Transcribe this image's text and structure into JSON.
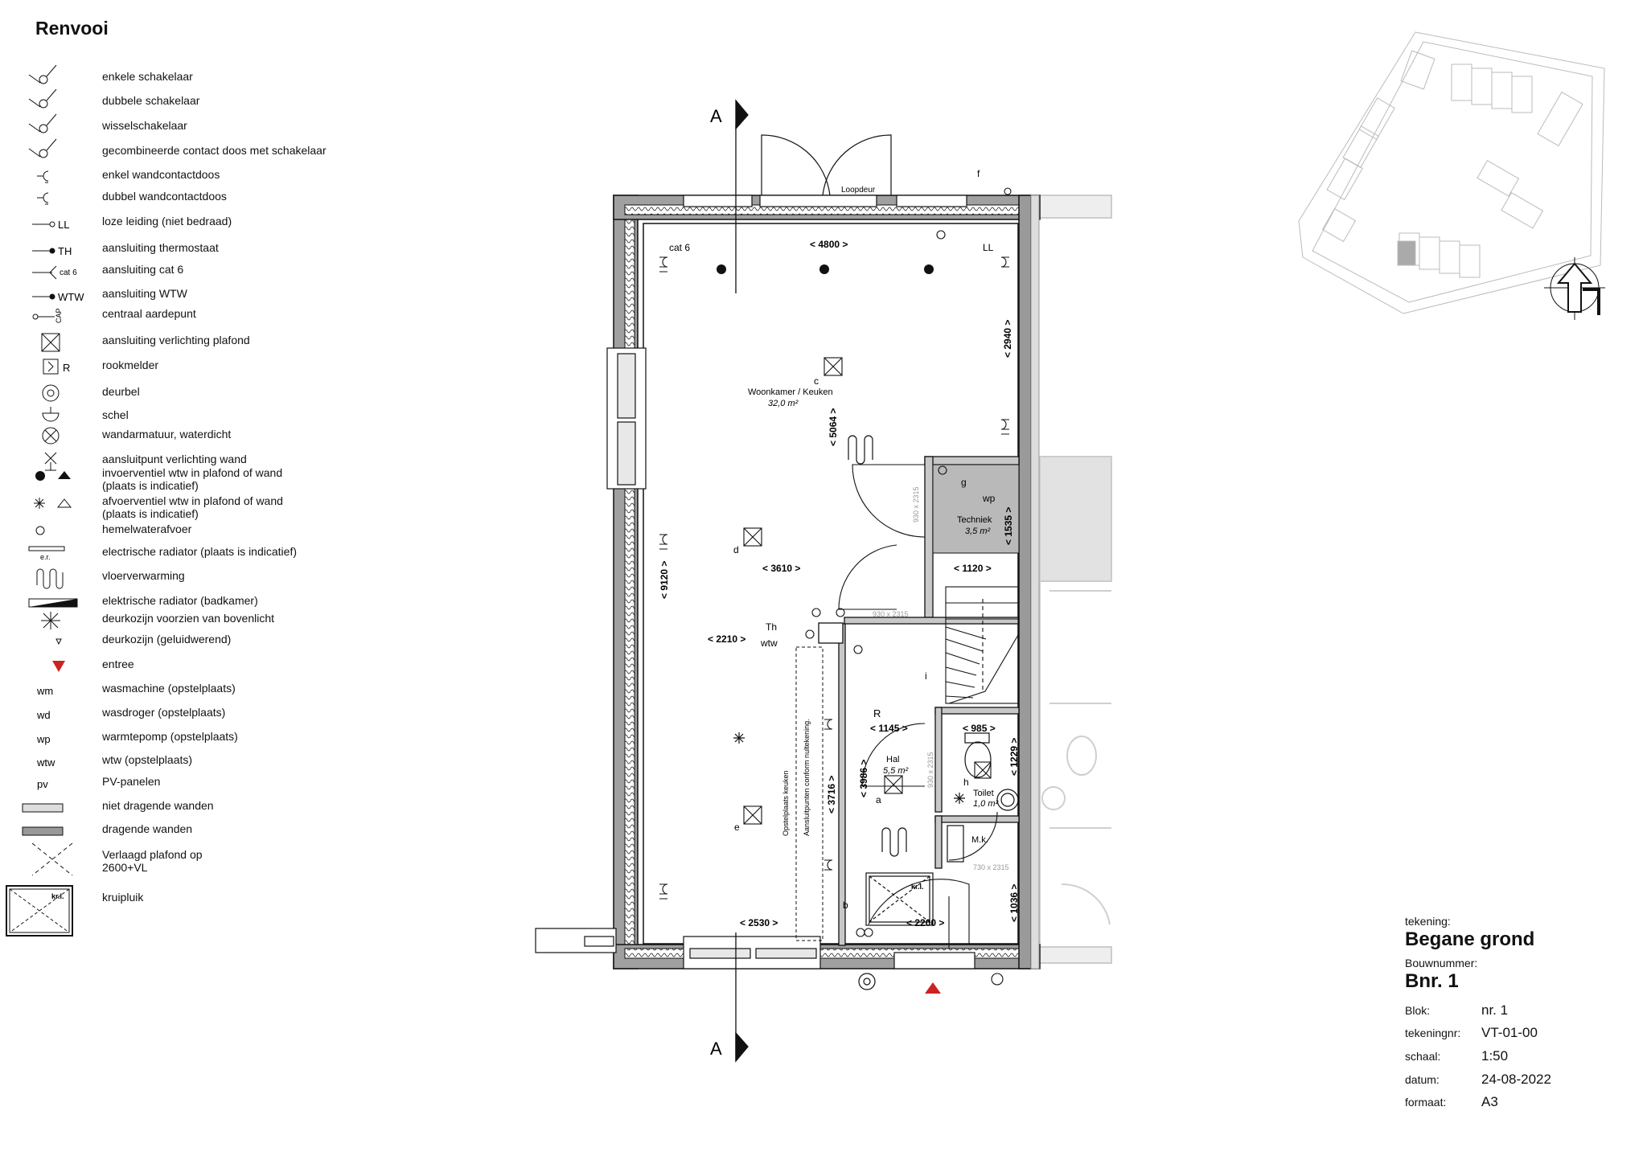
{
  "legend": {
    "title": "Renvooi",
    "items": [
      {
        "label": "enkele schakelaar",
        "icon": "single-switch-icon"
      },
      {
        "label": "dubbele schakelaar",
        "icon": "double-switch-icon"
      },
      {
        "label": "wisselschakelaar",
        "icon": "changeover-switch-icon"
      },
      {
        "label": "gecombineerde contact doos met schakelaar",
        "icon": "combined-socket-switch-icon"
      },
      {
        "label": "enkel wandcontactdoos",
        "icon": "single-socket-icon"
      },
      {
        "label": "dubbel wandcontactdoos",
        "icon": "double-socket-icon"
      },
      {
        "label": "loze leiding (niet bedraad)",
        "icon": "empty-conduit-icon",
        "sym": "LL"
      },
      {
        "label": "aansluiting thermostaat",
        "icon": "thermostat-icon",
        "sym": "TH"
      },
      {
        "label": "aansluiting cat 6",
        "icon": "cat6-icon",
        "sym": "cat 6"
      },
      {
        "label": "aansluiting WTW",
        "icon": "wtw-connection-icon",
        "sym": "WTW"
      },
      {
        "label": "centraal aardepunt",
        "icon": "earth-point-icon",
        "sym": "CAP"
      },
      {
        "label": "aansluiting verlichting plafond",
        "icon": "ceiling-light-icon"
      },
      {
        "label": "rookmelder",
        "icon": "smoke-detector-icon",
        "sym": "R"
      },
      {
        "label": "deurbel",
        "icon": "doorbell-icon"
      },
      {
        "label": "schel",
        "icon": "bell-icon"
      },
      {
        "label": "wandarmatuur, waterdicht",
        "icon": "waterproof-wall-light-icon"
      },
      {
        "label": "aansluitpunt verlichting wand",
        "icon": "wall-light-icon"
      },
      {
        "label": "invoerventiel wtw in plafond of wand\n(plaats is indicatief)",
        "icon": "supply-valve-icon"
      },
      {
        "label": "afvoerventiel wtw in plafond of wand\n(plaats is indicatief)",
        "icon": "exhaust-valve-icon"
      },
      {
        "label": "hemelwaterafvoer",
        "icon": "rainwater-drain-icon"
      },
      {
        "label": "electrische radiator (plaats is indicatief)",
        "icon": "electric-radiator-icon",
        "sym": "e.r."
      },
      {
        "label": "vloerverwarming",
        "icon": "floor-heating-icon"
      },
      {
        "label": "elektrische radiator (badkamer)",
        "icon": "bathroom-radiator-icon"
      },
      {
        "label": "deurkozijn voorzien van bovenlicht",
        "icon": "door-frame-transom-icon"
      },
      {
        "label": "deurkozijn (geluidwerend)",
        "icon": "soundproof-door-frame-icon"
      },
      {
        "label": "entree",
        "icon": "entrance-triangle-icon"
      },
      {
        "label": "wasmachine (opstelplaats)",
        "icon": "abbr",
        "sym": "wm"
      },
      {
        "label": "wasdroger (opstelplaats)",
        "icon": "abbr",
        "sym": "wd"
      },
      {
        "label": "warmtepomp (opstelplaats)",
        "icon": "abbr",
        "sym": "wp"
      },
      {
        "label": "wtw (opstelplaats)",
        "icon": "abbr",
        "sym": "wtw"
      },
      {
        "label": "PV-panelen",
        "icon": "abbr",
        "sym": "pv"
      },
      {
        "label": "niet dragende wanden",
        "icon": "non-bearing-wall-icon"
      },
      {
        "label": "dragende wanden",
        "icon": "bearing-wall-icon"
      },
      {
        "label": "Verlaagd plafond op\n2600+VL",
        "icon": "lowered-ceiling-icon"
      },
      {
        "label": "kruipluik",
        "icon": "crawl-hatch-icon",
        "sym": "kr.l."
      }
    ]
  },
  "plan": {
    "section_label": "A",
    "rooms": [
      {
        "name": "Woonkamer / Keuken",
        "area": "32,0 m²"
      },
      {
        "name": "Techniek",
        "area": "3,5 m²"
      },
      {
        "name": "Hal",
        "area": "5,5 m²"
      },
      {
        "name": "Toilet",
        "area": "1,0 m²"
      }
    ],
    "door_label": "Loopdeur",
    "dimensions": [
      "< 4800 >",
      "< 2940 >",
      "< 5064 >",
      "< 9120 >",
      "< 3610 >",
      "< 1120 >",
      "< 1535 >",
      "< 2210 >",
      "< 1145 >",
      "< 985 >",
      "< 3986 >",
      "< 3716 >",
      "< 1229 >",
      "< 1036 >",
      "< 2530 >",
      "< 2200 >"
    ],
    "door_sizes": [
      "930 x 2315",
      "930 x 2315",
      "930 x 2315",
      "730 x 2315"
    ],
    "kitchen_note": "Opstelplaats keuken\nAansluitpunten conform nultekening.",
    "annotations": [
      "cat 6",
      "LL",
      "Th",
      "wtw",
      "wp",
      "M.k.",
      "kr.l.",
      "R",
      "a",
      "b",
      "c",
      "d",
      "e",
      "f",
      "g",
      "h",
      "i"
    ]
  },
  "titleblock": {
    "drawing_label": "tekening:",
    "drawing_value": "Begane grond",
    "building_label": "Bouwnummer:",
    "building_value": "Bnr. 1",
    "rows": [
      {
        "label": "Blok:",
        "value": "nr. 1"
      },
      {
        "label": "tekeningnr:",
        "value": "VT-01-00"
      },
      {
        "label": "schaal:",
        "value": "1:50"
      },
      {
        "label": "datum:",
        "value": "24-08-2022"
      },
      {
        "label": "formaat:",
        "value": "A3"
      }
    ]
  },
  "colors": {
    "line": "#111111",
    "wall_fill": "#9a9a9a",
    "wall_light": "#d0d0d0",
    "techniek_fill": "#b9b9b9",
    "entrance": "#cc2222",
    "ghost": "#cfcfcf"
  }
}
